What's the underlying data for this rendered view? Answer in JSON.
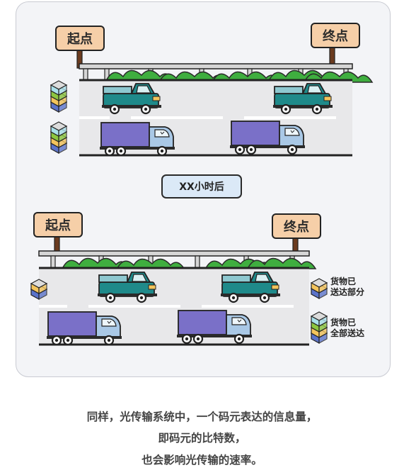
{
  "scene_top": {
    "sign_start": "起点",
    "sign_end": "终点"
  },
  "middle_label": "XX小时后",
  "scene_bottom": {
    "sign_start": "起点",
    "sign_end": "终点",
    "note_partial_line1": "货物已",
    "note_partial_line2": "送达部分",
    "note_full_line1": "货物已",
    "note_full_line2": "全部送达"
  },
  "caption": {
    "line1": "同样，光传输系统中，一个码元表达的信息量，",
    "line2": "即码元的比特数，",
    "line3": "也会影响光传输的速率。"
  },
  "colors": {
    "sign_fill": "#f6cfa8",
    "truck_teal": "#1f8a8a",
    "truck_purple": "#7a70c8",
    "cab_blue": "#a9c8e6",
    "bush_green": "#3fae3f",
    "road": "#e8e8ea",
    "box_cyan": "#a9e0ea",
    "box_green": "#8cc63f",
    "box_yellow": "#f3c45c",
    "box_blue": "#5b73c9"
  }
}
